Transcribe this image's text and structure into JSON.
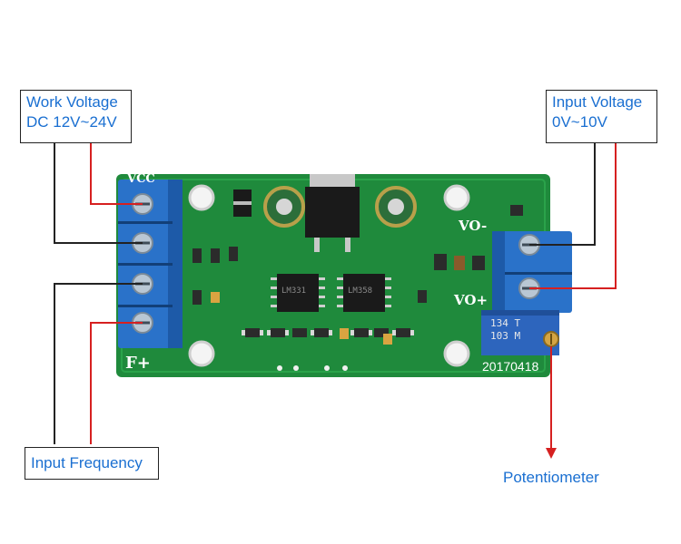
{
  "labels": {
    "work_voltage": {
      "line1": "Work Voltage",
      "line2": "DC 12V~24V"
    },
    "input_voltage": {
      "line1": "Input Voltage",
      "line2": "0V~10V"
    },
    "input_frequency": "Input Frequency",
    "potentiometer": "Potentiometer"
  },
  "board": {
    "silkscreen_vcc": "VCC",
    "silkscreen_f_plus": "F+",
    "silkscreen_vo_minus": "VO-",
    "silkscreen_vo_plus": "VO+",
    "date_code": "20170418",
    "chip1_marking": "LM331",
    "chip2_marking": "LM358",
    "pot_marking_1": "134 T",
    "pot_marking_2": "103 M"
  },
  "colors": {
    "pcb_green": "#1f8a3c",
    "terminal_blue": "#2a72c9",
    "label_blue": "#1a6fd1",
    "arrow_red": "#d62020"
  }
}
